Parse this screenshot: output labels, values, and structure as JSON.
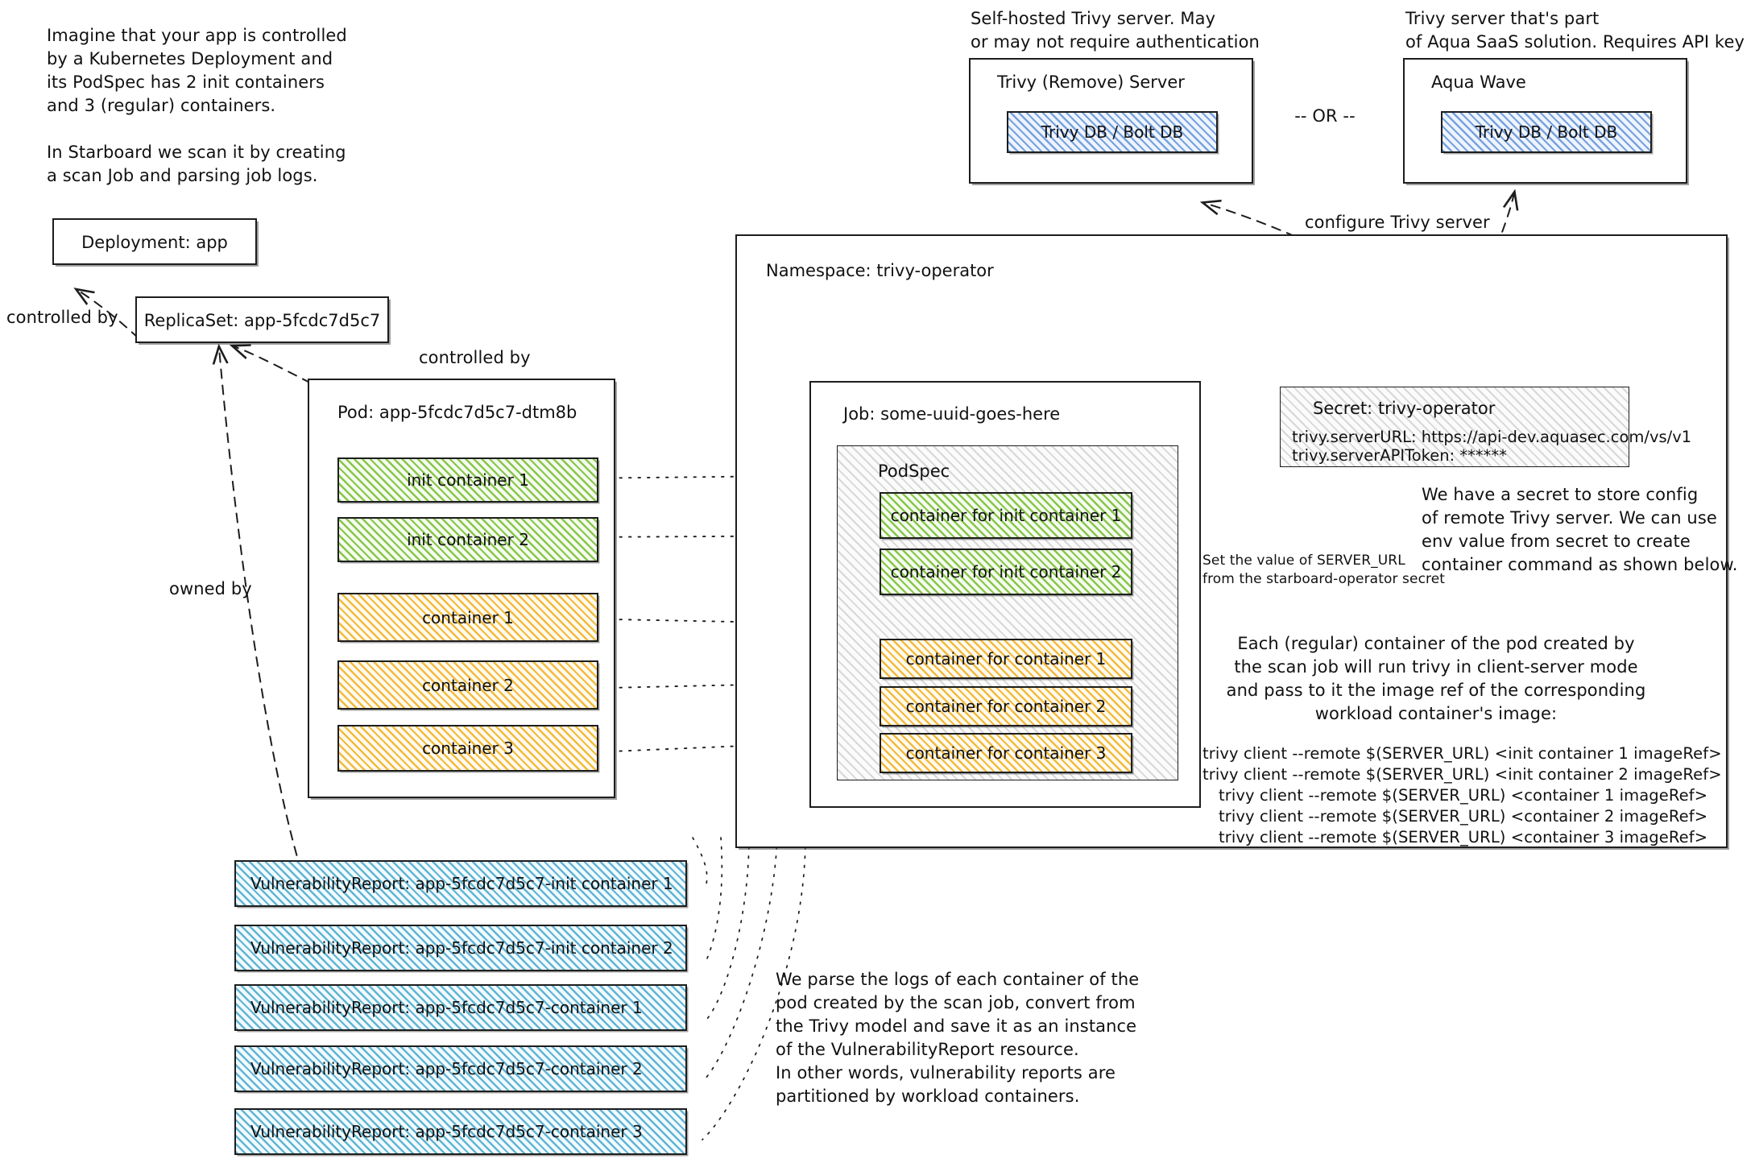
{
  "intro_note": "Imagine that your app is controlled\nby a Kubernetes Deployment and\nits PodSpec has 2 init containers\nand 3 (regular) containers.\n\nIn Starboard we scan it by creating\na scan Job and parsing job logs.",
  "servers": {
    "left_note": "Self-hosted Trivy server. May\nor may not require authentication",
    "right_note": "Trivy server that's part\nof Aqua SaaS solution. Requires API key",
    "or_label": "-- OR --",
    "left": {
      "title": "Trivy (Remove) Server",
      "db_label": "Trivy DB / Bolt DB"
    },
    "right": {
      "title": "Aqua Wave",
      "db_label": "Trivy DB / Bolt DB"
    }
  },
  "workload": {
    "deployment": "Deployment: app",
    "replicaset": "ReplicaSet: app-5fcdc7d5c7",
    "pod_title": "Pod: app-5fcdc7d5c7-dtm8b",
    "containers": [
      {
        "label": "init container 1",
        "kind": "init"
      },
      {
        "label": "init container 2",
        "kind": "init"
      },
      {
        "label": "container 1",
        "kind": "regular"
      },
      {
        "label": "container 2",
        "kind": "regular"
      },
      {
        "label": "container 3",
        "kind": "regular"
      }
    ]
  },
  "edges": {
    "controlled_by_1": "controlled by",
    "controlled_by_2": "controlled by",
    "owned_by": "owned by",
    "configure_trivy_server": "configure Trivy server"
  },
  "namespace": {
    "title": "Namespace: trivy-operator",
    "job_title": "Job: some-uuid-goes-here",
    "podspec_title": "PodSpec",
    "scan_containers": [
      {
        "label": "container for init container 1",
        "kind": "init"
      },
      {
        "label": "container for init container 2",
        "kind": "init"
      },
      {
        "label": "container for container 1",
        "kind": "regular"
      },
      {
        "label": "container for container 2",
        "kind": "regular"
      },
      {
        "label": "container for container 3",
        "kind": "regular"
      }
    ]
  },
  "secret": {
    "title": "Secret: trivy-operator",
    "line1": "trivy.serverURL: https://api-dev.aquasec.com/vs/v1",
    "line2": "trivy.serverAPIToken: ******"
  },
  "notes": {
    "secret_note": "We have a secret to store config\nof remote Trivy server. We can use\nenv value from secret to create\ncontainer command as shown below.",
    "server_url_note": "Set the value of SERVER_URL\nfrom the starboard-operator secret",
    "each_container_note": "Each (regular) container of the pod created by\nthe scan job will run trivy in client-server mode\nand pass to it the image ref of the corresponding\nworkload container's image:",
    "parse_logs_note": "We parse the logs of each container of the\npod created by the scan job, convert from\nthe Trivy model and save it as an instance\nof the VulnerabilityReport resource.\nIn other words, vulnerability reports are\npartitioned by workload containers."
  },
  "commands": [
    "trivy client --remote $(SERVER_URL) <init container 1 imageRef>",
    "trivy client --remote $(SERVER_URL) <init container 2 imageRef>",
    "trivy client --remote $(SERVER_URL) <container 1 imageRef>",
    "trivy client --remote $(SERVER_URL) <container 2 imageRef>",
    "trivy client --remote $(SERVER_URL) <container 3 imageRef>"
  ],
  "reports": [
    "VulnerabilityReport: app-5fcdc7d5c7-init container 1",
    "VulnerabilityReport: app-5fcdc7d5c7-init container 2",
    "VulnerabilityReport: app-5fcdc7d5c7-container 1",
    "VulnerabilityReport: app-5fcdc7d5c7-container 2",
    "VulnerabilityReport: app-5fcdc7d5c7-container 3"
  ],
  "colors": {
    "init_container": "#82c341",
    "regular_container": "#f0b429",
    "report": "#48a8cc",
    "db": "#5a8cd7",
    "stroke": "#1d1d1d"
  }
}
